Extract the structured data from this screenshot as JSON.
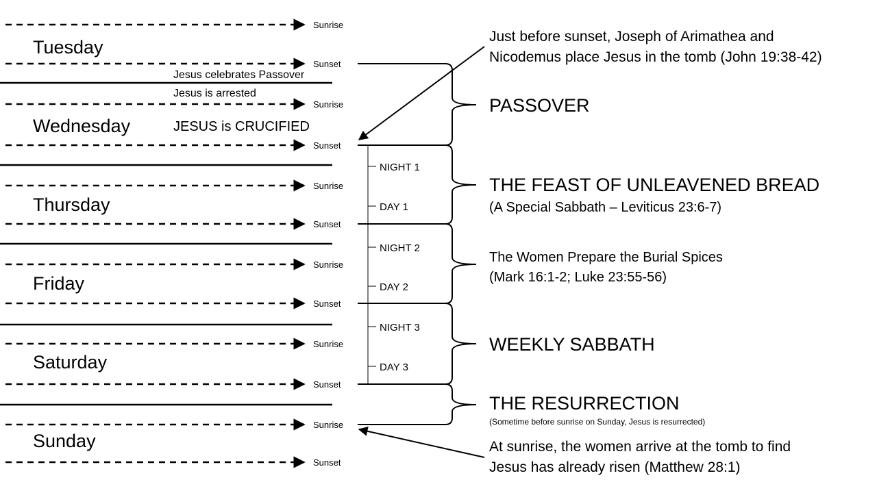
{
  "days": [
    "Tuesday",
    "Wednesday",
    "Thursday",
    "Friday",
    "Saturday",
    "Sunday"
  ],
  "markers": {
    "sunrise": "Sunrise",
    "sunset": "Sunset"
  },
  "events": {
    "passover_meal": "Jesus celebrates Passover",
    "arrested": "Jesus is arrested",
    "crucified": "JESUS is CRUCIFIED"
  },
  "periods": [
    "NIGHT 1",
    "DAY 1",
    "NIGHT 2",
    "DAY 2",
    "NIGHT 3",
    "DAY 3"
  ],
  "sections": {
    "passover": "PASSOVER",
    "feast": "THE FEAST OF UNLEAVENED BREAD",
    "feast_note": "(A Special Sabbath – Leviticus 23:6-7)",
    "spices": "The Women Prepare the Burial Spices",
    "spices_ref": "(Mark 16:1-2; Luke 23:55-56)",
    "weekly": "WEEKLY SABBATH",
    "resurrection": "THE RESURRECTION",
    "resurrection_note": "(Sometime before sunrise on Sunday, Jesus is resurrected)"
  },
  "notes": {
    "tomb_line1": "Just before sunset, Joseph of Arimathea and",
    "tomb_line2": "Nicodemus place Jesus in the tomb (John 19:38-42)",
    "risen_line1": "At sunrise, the women arrive at the tomb to find",
    "risen_line2": "Jesus has already risen (Matthew 28:1)"
  }
}
